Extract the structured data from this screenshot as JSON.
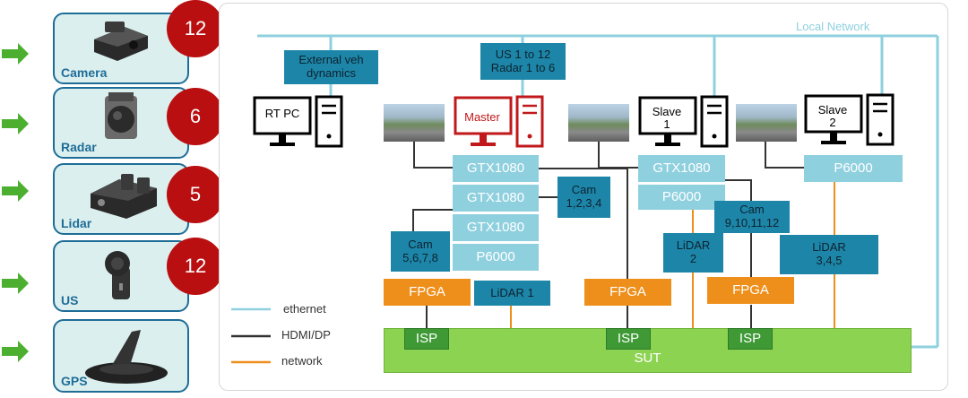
{
  "sensors": [
    {
      "label": "Camera",
      "count": "12"
    },
    {
      "label": "Radar",
      "count": "6"
    },
    {
      "label": "Lidar",
      "count": "5"
    },
    {
      "label": "US",
      "count": "12"
    },
    {
      "label": "GPS"
    }
  ],
  "network": {
    "label": "Local Network"
  },
  "boxes": {
    "ext_veh": "External veh\ndynamics",
    "us_radar": "US 1 to 12\nRadar 1 to 6",
    "gtx1": "GTX1080",
    "gtx2": "GTX1080",
    "gtx3": "GTX1080",
    "p6000_a": "P6000",
    "cam5678": "Cam\n5,6,7,8",
    "cam1234": "Cam\n1,2,3,4",
    "gtx4": "GTX1080",
    "p6000_b": "P6000",
    "cam9": "Cam\n9,10,11,12",
    "p6000_c": "P6000",
    "lidar1": "LiDAR  1",
    "lidar2": "LiDAR\n2",
    "lidar345": "LiDAR\n3,4,5",
    "fpga1": "FPGA",
    "fpga2": "FPGA",
    "fpga3": "FPGA",
    "isp1": "ISP",
    "isp2": "ISP",
    "isp3": "ISP",
    "sut": "SUT"
  },
  "pcs": {
    "rt": "RT PC",
    "master": "Master",
    "slave1": "Slave\n1",
    "slave2": "Slave\n2"
  },
  "legend": {
    "ethernet": "ethernet",
    "hdmi": "HDMI/DP",
    "network": "network"
  },
  "colors": {
    "ethernet": "#8fd0df",
    "hdmi": "#333333",
    "network": "#ee8f1c",
    "master": "#c0181b",
    "badge": "#b90f10",
    "card_border": "#1e6d97",
    "arrow": "#4caf2f"
  }
}
